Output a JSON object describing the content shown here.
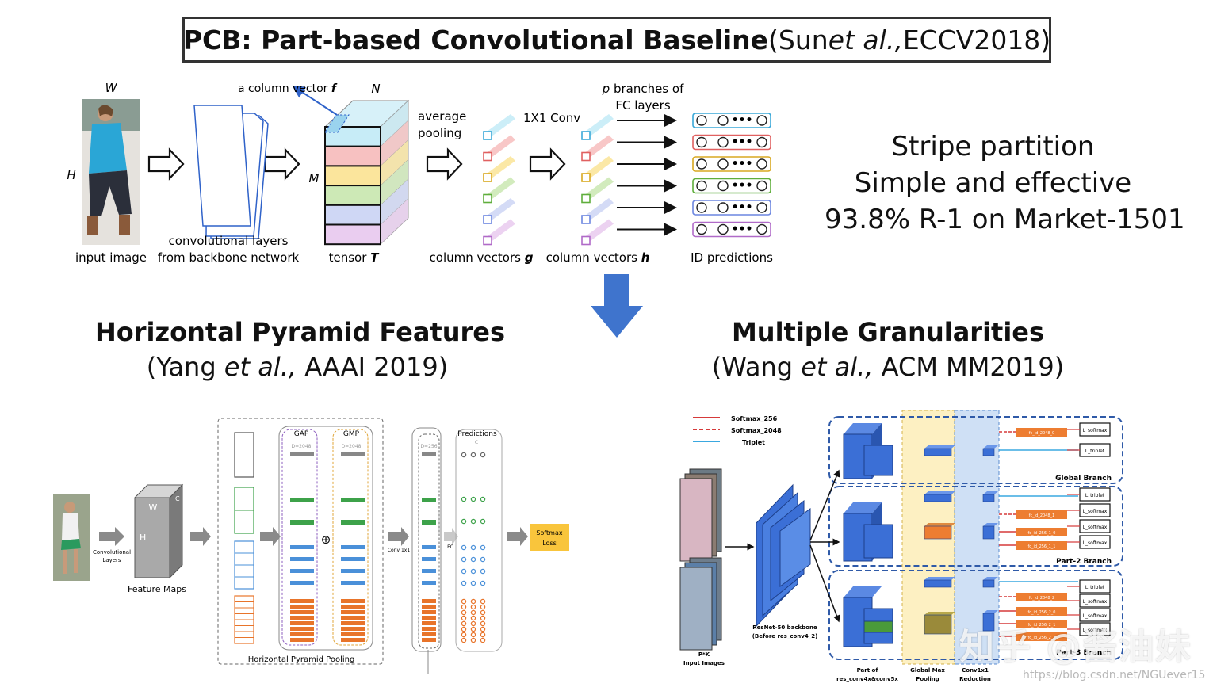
{
  "title": {
    "bold": "PCB: Part-based Convolutional Baseline",
    "pre": " (Sun ",
    "italic": "et al.,",
    "post": " ECCV2018)"
  },
  "pcb": {
    "label_w": "W",
    "label_h": "H",
    "label_m": "M",
    "label_n": "N",
    "column_vector": "a column vector ",
    "column_vector_sym": "f",
    "input_image": "input image",
    "conv_line1": "convolutional layers",
    "conv_line2": "from backbone network",
    "tensor": "tensor ",
    "tensor_sym": "T",
    "avg1": "average",
    "avg2": "pooling",
    "conv1x1": "1X1 Conv",
    "branches1_sym": "p",
    "branches1": " branches of",
    "branches2": "FC layers",
    "colvec_g": "column vectors ",
    "colvec_g_sym": "g",
    "colvec_h": "column vectors ",
    "colvec_h_sym": "h",
    "id_pred": "ID predictions",
    "dots": "•••"
  },
  "right_text": [
    "Stripe partition",
    "Simple and effective",
    "93.8% R-1 on Market-1501"
  ],
  "hpf": {
    "title": "Horizontal Pyramid Features",
    "sub_pre": "(Yang ",
    "sub_italic": "et al.,",
    "sub_post": " AAAI 2019)",
    "conv_layers1": "Convolutional",
    "conv_layers2": "Layers",
    "fm_w": "W",
    "fm_h": "H",
    "fm_c": "C",
    "feature_maps": "Feature Maps",
    "gap": "GAP",
    "gmp": "GMP",
    "d2048": "D=2048",
    "d256": "D=256",
    "predictions": "Predictions",
    "pred_c": "C",
    "conv1x1": "Conv 1x1",
    "fc": "FC",
    "softmax1": "Softmax",
    "softmax2": "Loss",
    "hpp": "Horizontal Pyramid Pooling",
    "oplus": "⊕"
  },
  "mgn": {
    "title": "Multiple Granularities",
    "sub_pre": "(Wang ",
    "sub_italic": "et al.,",
    "sub_post": " ACM MM2019)",
    "legend": [
      "Softmax_256",
      "Softmax_2048",
      "Triplet"
    ],
    "pk1": "P*K",
    "pk2": "Input Images",
    "resnet1": "ResNet-50 backbone",
    "resnet2": "(Before res_conv4_2)",
    "part1": "Part of",
    "part2": "res_conv4x&conv5x",
    "gmp1": "Global Max",
    "gmp2": "Pooling",
    "red1": "Conv1x1",
    "red2": "Reduction",
    "global_branch": "Global Branch",
    "part2_branch": "Part-2 Branch",
    "part3_branch": "Part-3 Branch",
    "fc_labels": [
      "fc_id_2048_0",
      "fc_id_2048_1",
      "fc_id_256_1_0",
      "fc_id_256_1_1",
      "fc_id_2048_2",
      "fc_id_256_2_0",
      "fc_id_256_2_1",
      "fc_id_256_2_2"
    ],
    "loss_labels": [
      "L_softmax",
      "L_triplet"
    ]
  },
  "watermark": "https://blog.csdn.net/NGUever15",
  "zhihu": "知乎 @酱油妹",
  "colors": {
    "stripe_blue": "#c7ecf7",
    "stripe_red": "#f7c1c1",
    "stripe_yellow": "#fbe59c",
    "stripe_green": "#cde9b6",
    "stripe_lavender": "#cfd7f5",
    "stripe_purple": "#eacdf0",
    "arrow_blue": "#3f74cd",
    "hpf_green": "#3da24a",
    "hpf_blue": "#4a90d9",
    "hpf_orange": "#e8742a",
    "mgn_blue": "#3b6fd6",
    "mgn_orange": "#ed7d31",
    "mgn_yellow_band": "#fdf0c2",
    "mgn_blue_band": "#cfe0f5"
  }
}
